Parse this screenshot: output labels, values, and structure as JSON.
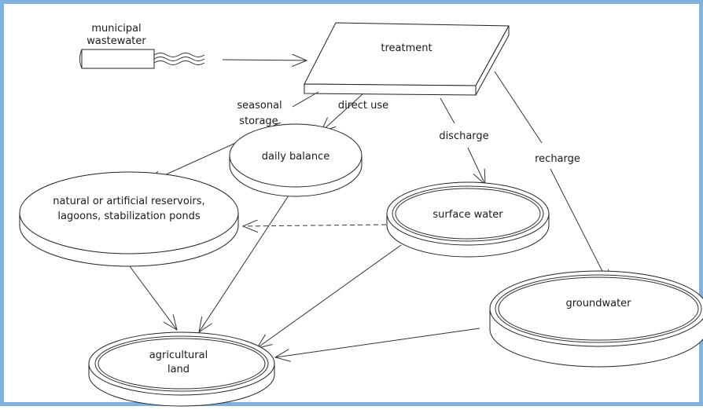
{
  "labels": {
    "source": "municipal",
    "source2": "wastewater",
    "treatment": "treatment",
    "seasonal": "seasonal",
    "storage": "storage",
    "direct_use": "direct use",
    "discharge": "discharge",
    "recharge": "recharge",
    "daily_balance": "daily balance",
    "reservoirs": "natural or artificial reservoirs,",
    "reservoirs2": "lagoons, stabilization ponds",
    "surface_water": "surface water",
    "groundwater": "groundwater",
    "agricultural": "agricultural",
    "land": "land"
  },
  "colors": {
    "frame_border": "#7fb2dc",
    "line": "#333333",
    "shape_fill": "#ffffff"
  }
}
